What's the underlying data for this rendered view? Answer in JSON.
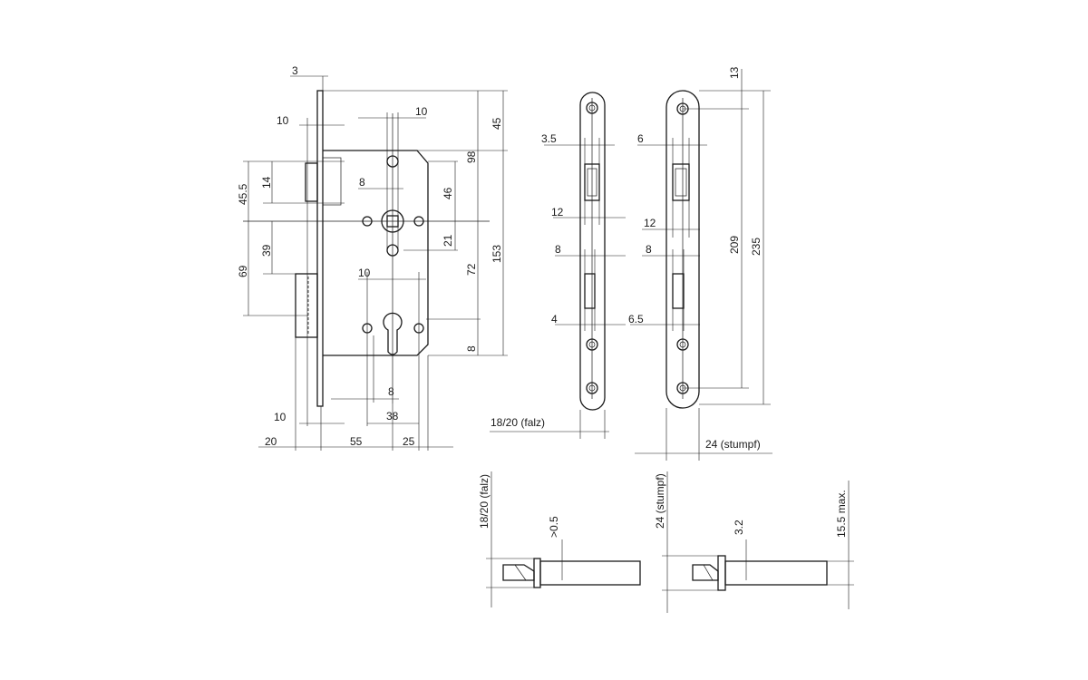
{
  "front": {
    "d3": "3",
    "d10a": "10",
    "d10b": "10",
    "d45_5": "45.5",
    "d14": "14",
    "d8a": "8",
    "d46": "46",
    "d98": "98",
    "d45": "45",
    "d39": "39",
    "d69": "69",
    "d21": "21",
    "d72": "72",
    "d153": "153",
    "d10c": "10",
    "d8b": "8",
    "d8c": "8",
    "d10d": "10",
    "d38": "38",
    "d20": "20",
    "d55": "55",
    "d25": "25"
  },
  "faceplate_falz": {
    "d3_5": "3.5",
    "d12": "12",
    "d8": "8",
    "d4": "4",
    "width": "18/20 (falz)"
  },
  "faceplate_stumpf": {
    "d6": "6",
    "d12": "12",
    "d8": "8",
    "d6_5": "6.5",
    "d13": "13",
    "d209": "209",
    "d235": "235",
    "width": "24 (stumpf)"
  },
  "section_falz": {
    "height": "18/20 (falz)",
    "gap": ">0.5"
  },
  "section_stumpf": {
    "height": "24 (stumpf)",
    "d3_2": "3.2",
    "max": "15.5 max."
  }
}
